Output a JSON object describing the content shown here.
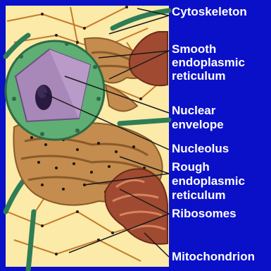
{
  "labels": {
    "cytoskeleton": "Cytoskeleton",
    "smooth_er_1": "Smooth",
    "smooth_er_2": "endoplasmic",
    "smooth_er_3": "reticulum",
    "nuclear_envelope_1": "Nuclear",
    "nuclear_envelope_2": "envelope",
    "nucleolus": "Nucleolus",
    "rough_er_1": "Rough",
    "rough_er_2": "endoplasmic",
    "rough_er_3": "reticulum",
    "ribosomes": "Ribosomes",
    "mitochondrion": "Mitochondrion"
  },
  "colors": {
    "background": "#0a10c8",
    "cytoplasm": "#fbeaa8",
    "er": "#c48c4e",
    "nucleus_envelope": "#5fae74",
    "nucleoplasm": "#a888b8",
    "nucleolus": "#2a1a40",
    "mitochondrion": "#a04a32",
    "cytoskeleton_fiber": "#2e7d55"
  }
}
